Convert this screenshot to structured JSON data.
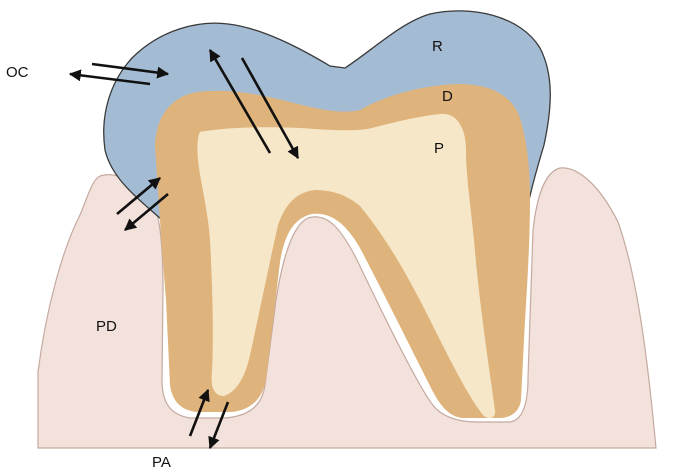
{
  "labels": {
    "oc": "OC",
    "r": "R",
    "d": "D",
    "p": "P",
    "pd": "PD",
    "pa": "PA"
  },
  "colors": {
    "background": "#ffffff",
    "gum": "#f3e2db",
    "gum_outline": "#c4aaa0",
    "enamel": "#a3bbd3",
    "enamel_outline": "#3a3a3a",
    "dentin": "#dfb47c",
    "pulp": "#f6e7c8",
    "arrow": "#111111"
  }
}
